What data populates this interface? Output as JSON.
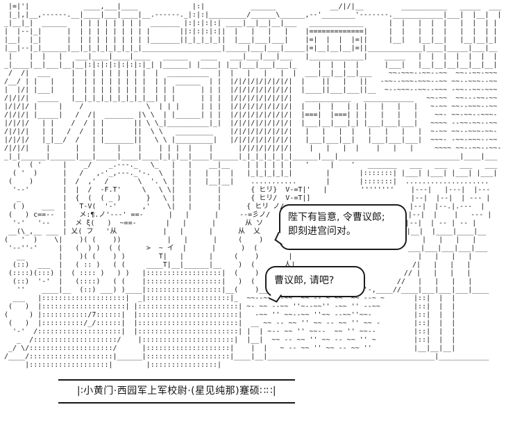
{
  "colors": {
    "ink": "#161616",
    "background": "#ffffff",
    "bubble_border": "#1a1a1a"
  },
  "bubbles": {
    "bubble1": {
      "line1": "陛下有旨意, 令曹议郎;",
      "line2": "即刻进宫问对。"
    },
    "bubble2": {
      "text": "曹议郎, 请吧?"
    }
  },
  "caption": {
    "text": "|∶小黄门·西园军上军校尉·(星见纯那)蹇硕∷∷|"
  },
  "ascii_art": {
    "lines": [
      " |=|'|             ____,___|____             |:|           ______             __/|/|__         ___________   _____  ___",
      " |_|,|__,------.__|____|___|____|__.------._|:|:|_________/______\\______,--'________'-------.____________|___|  |__|  |",
      "_|__|_|  ______   | | | | | | | |  _______ |:|:|:|:| ____|__|__|__|___   _____________      |  |   |  |  |   |  |  | |",
      "|  |--|_|      |  | | | | | | | | |       ||:|:|:|:||  |   |   |   |    |=============|     |  |   |  |  |   |  |  | |",
      "|__|  |_|      |  | | | | | | | | |_______||_|_|_|_||  |___|___|___|    |=|  |  |  |=||     |__|   |__|__|   |__|__|_|",
      "|__|--|_|______|__|_|_|_|_|_|_|_|___________________|_____|___|___|_____|=|__|__|__|=||_____________|____|_____|___|__",
      " |    |  |   |   ___|____|____|____   ______   ____   ___|___|___|___   |_____________|    _____   |  |  |  |  |  |  |",
      "_|____|__|___|__|__|:|:|:|:|:|:|:|_| |______| |____| |__|___|___|___|_     |  |  |  |      |___|   |__|__|__|__|__|__|",
      " /  /|  ___     |  | | | | | | | |  |  __________  |  |   |   |   |  |  ___|__|__|__|___    ~~-~~~--~~--~~  ~~--~~-~~~",
      "/__/ | |   |    |  | | | | | | | |  | |  ______  | |  |/|/|/|/|/|/|/|  |    ||   |   ||   -~~--~~~-~~~--~~ ~~--~~~--~~",
      "|  |/| |___|    |  | | | | | | | |  | | |      | | |  |/|/|/|/|/|/|/|  |____||___|___||__  ~--~~~--~~--~~~ -~~--~~-~~~",
      "/|/|/|  _____   |__|_|_|_|_|_|_|_|__| | |      | | |  |/|/|/|/|/|/|/|   ___________   ____________   ~~-~~  ~~---~~-~~",
      "|/|/|/ |     |    /               \\  | | |     | | |  |/|/|/|/|/|/|/|  |   |  |   | | |   |   |   |   ~-~~ ~~--~~~--~~",
      "/|/|/| |_____|   /  /|  _______ |\\ \\  | |______| | |  |/|/|/|/|/|/|/|  |===|  |===| | |   |   |   |    ~~- ~~-~~--~~~-",
      "|/|/|/   | |    /  / | |       || \\ \\_|__________|_|  |/|/|/|/|/|/|/|  |___|__|___|_| |___|___|___|   ~~~~ --~~-~~--~~",
      "/|/|/|   | |   /  /  | |       ||  \\ \\   _________    |/|/|/|/|/|/|/|   |   |   |  |   |   |   |   |  ~-~~ ~~--~~~-~~-",
      "|/|/|/   |_|__/  /   | |_______||   \\ \\ |_________|   |/|/|/|/|/|/|/|   |___|___|__|   |___|___|___|  ~~~- -~~-~~~--~~",
      "/|/|/|    |      |   |     |    |    | | |  |    |      |/|/|/|/|/|/|    |   |   |  |    |   |   |     ~~~~ ~~--~~--~~-",
      "_|_|______|______|___|_____|____|____|_|_|__|____|______|_|_|_|_|_|_|______|___|_____________________________|____|___",
      "   (  ( '     |    _/    _.---._   \\_   |   |    __|__    | | | | | |   '     |    '   _______   ___   ___   ___   ___",
      "  ( '  )      |   /   ,-'_,---._'-.  \\  |   |   |  |  |   |_|_|_|_|_|        |       |:::::::| |___| |___| |___| |___|",
      " (    )       |  /  ,'  /       \\  '. \\ |   |   |__|__|    ...........       |       |:::::::|  ....................  ",
      "  '--'        |  |  /  -F.T'     \\   \\ \\|   |      |       { ヒリ}  V-=T|'   |        ''''''''    |---|   |---|  |--- ",
      "   _          |  {  (  ( _ )      }   \\ |   |      |       { ヒリ/  V-=T|]                        |--|  |--|  | --- | ",
      "  ( )    ___  |   T-V(  '-'      ,'    \\|   |      |      { ヒリ ノ/                              |--|  |--.|.---  |  ",
      " (   ) c==--  |   メ:¶.ノ'---' ==-      |   |      |     --=彡ノ/                                 |--|  |    |   --- | ",
      "  '-'   '--   |  メ ξ(   )  ~==-       |   |      |       从 ソ                                  |--|  | -- | -- |   ",
      " __(\\_,__ ___ | 乂( フ   '从           |   |      |      从  乂                                   |__|  |____|____|__ ",
      "(   '  )    \\|    )( (    ))           |   |      |     (    )                                      |   |   |   |    ",
      " '--''-'     |   (  ) )  ( (      >  ~ イ  |      |      )  (        f~~~~~~~~~~~~~              ___|___|___|___|___ ",
      "   __        |    )( (    ) )        T|   |      |     (    )       |                              |   |   |   |    ",
      "  (::)  ___  |   ( :: )   ( (     ____T|__|______|__    )  (       人|                            /|   |   |   |    ",
      " (::::)(:::) |  ( :::: )   ) )   |::::::::::::::::::|  (    )     メ  \\                         // |   |   |   |    ",
      "  (::)  '-'  |   (::::)   ( (    |::::::::::::::::::|   )  (     |     \\      _,,..,,_        //   |   |   |   |    ",
      "   ''    ____|__  (::) ___) )____|::::::::::::::::::|__(    )____|      \\__,-' ~~  ~~ '-,____//____|___|___|___|____",
      "  ___   |::::::::::::::::::::|  _|::::::::::::::::::::|_  ~~--~~ --~~' ~~ -- ~ ~~ '~~ --~ ~       |::|  |  |        ",
      " (   )  |::::::::::::::::::::| |::::::::::::::::::::::::| ~- ~~ --~~ ''~--~~'' -~~ '' --~~        |::|  |  |        ",
      "(     ) |:::::::::::/7::::::|  |::::::::::::::::::::::::|   -~~ '' ~~--~~ ''~~ --~~''~~-          |::|  |  |        ",
      " (   )  |::::::::::/_/::::::|  |::::::::::::::::::::::::|  __ ~~ -- ~~ '' ~~ -- ~~ '' ~~ -        |::|  |  |        ",
      "  '-'  /::::::::::::::::::::|  |::::::::::::::::::::::::| |  | ~-- ~~ '' ~~--  ~~ '' ~~--         |::|  |  |        ",
      "   _  /::::::::::::::::::::/    |::::::::::::::::::::::|  |__|  ~~ -- ~~ '' ~~ -- ~~ '' ~         |::|  |  |        ",
      " _/ \\/::::::::::::::::::::/      |::::::::::::::::::::|    |  |   ~ -- ~~ '' ~~ -- ~~ ''          |__|__|__|        ",
      "/____/::::::::::::::::::::|______|::::::::::::::::::::|____|__|________________________________________|____________",
      "     |:::::::::::::::::::|        |::::::::::::::::|                                                                "
    ]
  }
}
